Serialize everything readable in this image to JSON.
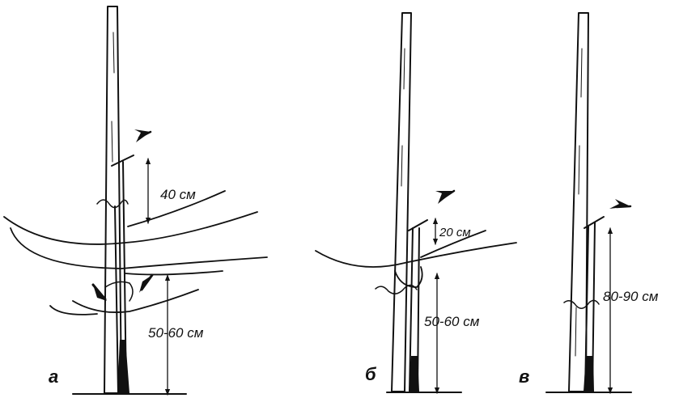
{
  "panels": [
    {
      "label": "а",
      "dimensions": [
        "40 см",
        "50-60 см"
      ]
    },
    {
      "label": "б",
      "dimensions": [
        "20 см",
        "50-60 см"
      ]
    },
    {
      "label": "в",
      "dimensions": [
        "80-90 см"
      ]
    }
  ],
  "colors": {
    "ink": "#111111",
    "background": "#ffffff"
  }
}
